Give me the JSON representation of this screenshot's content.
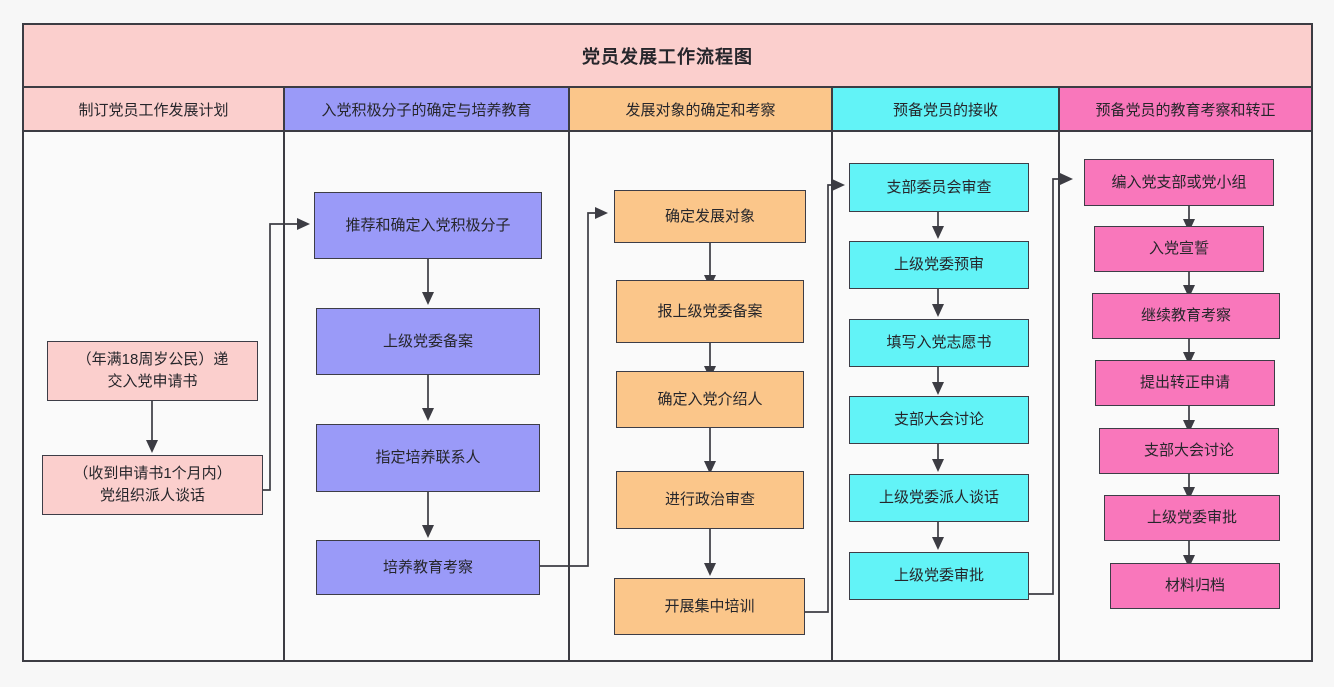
{
  "chart_data": {
    "type": "diagram",
    "title": "党员发展工作流程图",
    "diagram_kind": "swimlane-flowchart",
    "lane_count": 5,
    "lanes": [
      {
        "id": "lane1",
        "label": "制订党员工作发展计划",
        "color": "#fbcfcd",
        "node_color": "#fbcfcd",
        "nodes": [
          "（年满18周岁公民）递\n交入党申请书",
          "（收到申请书1个月内）\n党组织派人谈话"
        ]
      },
      {
        "id": "lane2",
        "label": "入党积极分子的确定与培养教育",
        "color": "#9a9af8",
        "node_color": "#9a9af8",
        "nodes": [
          "推荐和确定入党积极分子",
          "上级党委备案",
          "指定培养联系人",
          "培养教育考察"
        ]
      },
      {
        "id": "lane3",
        "label": "发展对象的确定和考察",
        "color": "#fbc68a",
        "node_color": "#fbc68a",
        "nodes": [
          "确定发展对象",
          "报上级党委备案",
          "确定入党介绍人",
          "进行政治审查",
          "开展集中培训"
        ]
      },
      {
        "id": "lane4",
        "label": "预备党员的接收",
        "color": "#62f3f7",
        "node_color": "#62f3f7",
        "nodes": [
          "支部委员会审查",
          "上级党委预审",
          "填写入党志愿书",
          "支部大会讨论",
          "上级党委派人谈话",
          "上级党委审批"
        ]
      },
      {
        "id": "lane5",
        "label": "预备党员的教育考察和转正",
        "color": "#f977bb",
        "node_color": "#f977bb",
        "nodes": [
          "编入党支部或党小组",
          "入党宣誓",
          "继续教育考察",
          "提出转正申请",
          "支部大会讨论",
          "上级党委审批",
          "材料归档"
        ]
      }
    ],
    "cross_lane_links": [
      {
        "from": "（收到申请书1个月内）党组织派人谈话",
        "to": "推荐和确定入党积极分子"
      },
      {
        "from": "培养教育考察",
        "to": "确定发展对象"
      },
      {
        "from": "开展集中培训",
        "to": "支部委员会审查"
      },
      {
        "from": "上级党委审批",
        "to": "编入党支部或党小组"
      }
    ],
    "colors": {
      "border": "#3c3c43",
      "background": "#f7f7f7",
      "lane_background": "#fafafa",
      "pink": "#fbcfcd",
      "purple": "#9a9af8",
      "orange": "#fbc68a",
      "cyan": "#62f3f7",
      "magenta": "#f977bb"
    }
  },
  "title": {
    "text": "党员发展工作流程图"
  },
  "lane_headers": [
    {
      "label": "制订党员工作发展计划"
    },
    {
      "label": "入党积极分子的确定与培养教育"
    },
    {
      "label": "发展对象的确定和考察"
    },
    {
      "label": "预备党员的接收"
    },
    {
      "label": "预备党员的教育考察和转正"
    }
  ],
  "nodes": {
    "lane1": [
      {
        "line1": "（年满18周岁公民）递",
        "line2": "交入党申请书"
      },
      {
        "line1": "（收到申请书1个月内）",
        "line2": "党组织派人谈话"
      }
    ],
    "lane2": [
      {
        "label": "推荐和确定入党积极分子"
      },
      {
        "label": "上级党委备案"
      },
      {
        "label": "指定培养联系人"
      },
      {
        "label": "培养教育考察"
      }
    ],
    "lane3": [
      {
        "label": "确定发展对象"
      },
      {
        "label": "报上级党委备案"
      },
      {
        "label": "确定入党介绍人"
      },
      {
        "label": "进行政治审查"
      },
      {
        "label": "开展集中培训"
      }
    ],
    "lane4": [
      {
        "label": "支部委员会审查"
      },
      {
        "label": "上级党委预审"
      },
      {
        "label": "填写入党志愿书"
      },
      {
        "label": "支部大会讨论"
      },
      {
        "label": "上级党委派人谈话"
      },
      {
        "label": "上级党委审批"
      }
    ],
    "lane5": [
      {
        "label": "编入党支部或党小组"
      },
      {
        "label": "入党宣誓"
      },
      {
        "label": "继续教育考察"
      },
      {
        "label": "提出转正申请"
      },
      {
        "label": "支部大会讨论"
      },
      {
        "label": "上级党委审批"
      },
      {
        "label": "材料归档"
      }
    ]
  }
}
